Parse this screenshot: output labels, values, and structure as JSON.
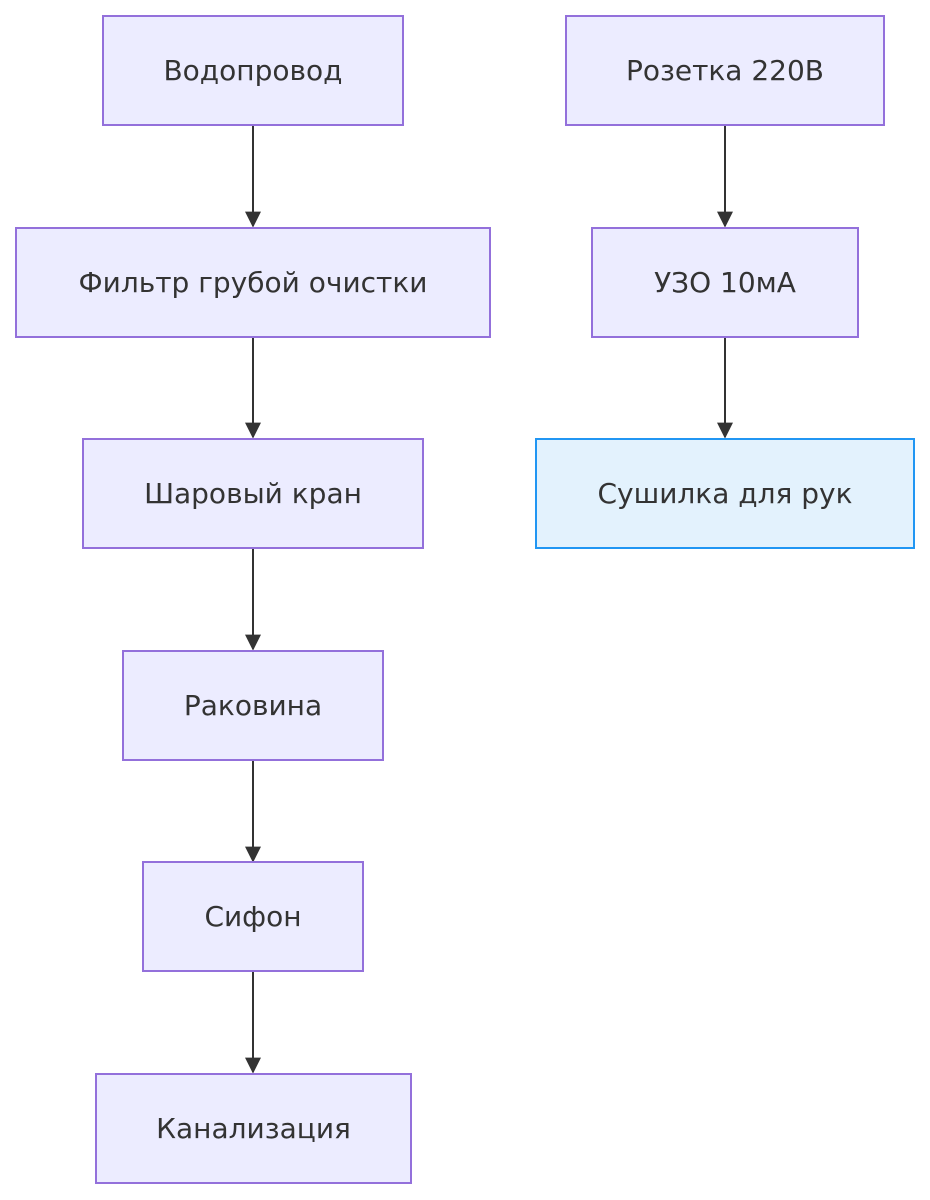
{
  "nodes": {
    "water_supply": "Водопровод",
    "coarse_filter": "Фильтр грубой очистки",
    "ball_valve": "Шаровый кран",
    "sink": "Раковина",
    "siphon": "Сифон",
    "sewer": "Канализация",
    "socket": "Розетка 220В",
    "rcd": "УЗО 10мА",
    "hand_dryer": "Сушилка для рук"
  },
  "edges": [
    {
      "from": "water_supply",
      "to": "coarse_filter"
    },
    {
      "from": "coarse_filter",
      "to": "ball_valve"
    },
    {
      "from": "ball_valve",
      "to": "sink"
    },
    {
      "from": "sink",
      "to": "siphon"
    },
    {
      "from": "siphon",
      "to": "sewer"
    },
    {
      "from": "socket",
      "to": "rcd"
    },
    {
      "from": "rcd",
      "to": "hand_dryer"
    }
  ],
  "colors": {
    "node_fill": "#ececff",
    "node_border": "#9370db",
    "highlight_fill": "#e3f2fd",
    "highlight_border": "#2196f3",
    "edge": "#333333",
    "text": "#333333"
  }
}
